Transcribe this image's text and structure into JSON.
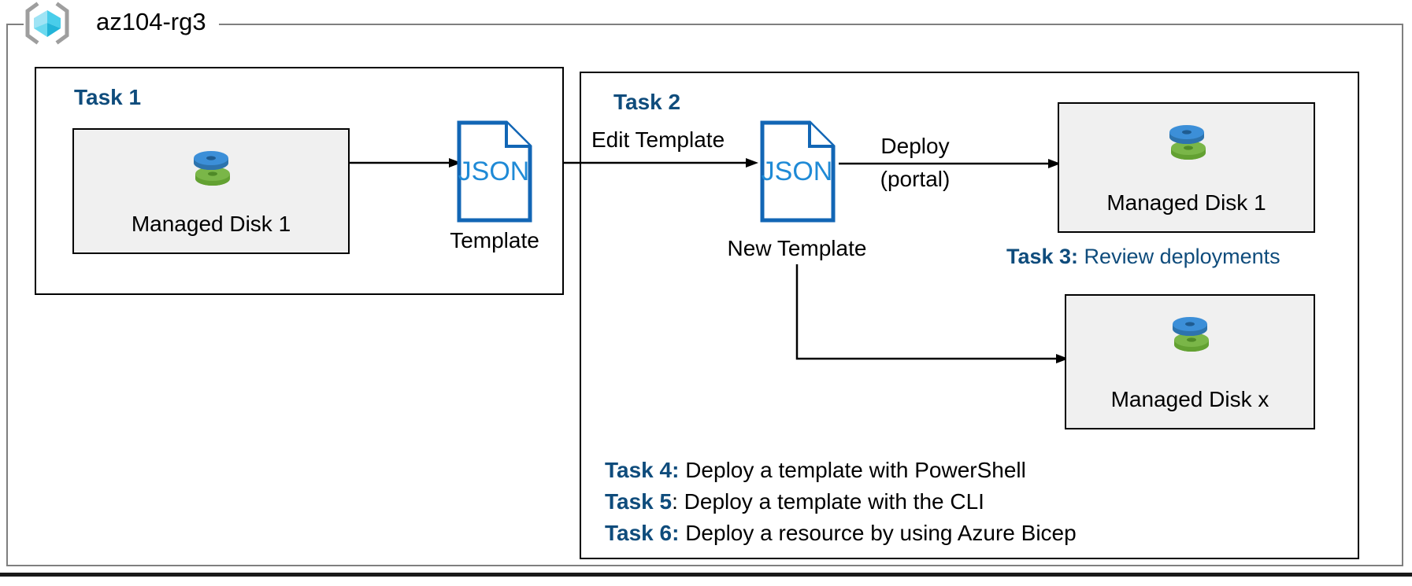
{
  "resource_group": {
    "icon": "resource-group-cube-icon",
    "name": "az104-rg3"
  },
  "task1": {
    "heading": "Task 1",
    "disk": {
      "icon": "managed-disk-icon",
      "label": "Managed Disk 1"
    },
    "template": {
      "icon": "json-file-icon",
      "icon_text": "JSON",
      "caption": "Template"
    },
    "arrow": "disk-to-template-arrow"
  },
  "task2": {
    "heading": "Task 2",
    "edit_label": "Edit Template",
    "new_template": {
      "icon": "json-file-icon",
      "icon_text": "JSON",
      "caption": "New Template"
    },
    "deploy_label_line1": "Deploy",
    "deploy_label_line2": "(portal)",
    "disk_top": {
      "icon": "managed-disk-icon",
      "label": "Managed Disk 1"
    },
    "disk_bottom": {
      "icon": "managed-disk-icon",
      "label": "Managed Disk x"
    }
  },
  "task3": {
    "tag": "Task 3:",
    "text": " Review deployments"
  },
  "task_list": [
    {
      "tag": "Task 4:",
      "text": " Deploy a template with PowerShell"
    },
    {
      "tag": "Task 5",
      "text": ": Deploy a template with the CLI"
    },
    {
      "tag": "Task 6:",
      "text": " Deploy a resource by using Azure Bicep"
    }
  ],
  "colors": {
    "accent_blue": "#0f4c7c",
    "json_blue": "#1266b5",
    "disk_blue": "#3c8fd8",
    "disk_green": "#7ab648",
    "box_fill": "#f0f0f0",
    "frame_gray": "#7f7f7f",
    "cube_cyan": "#6ed8f2"
  }
}
